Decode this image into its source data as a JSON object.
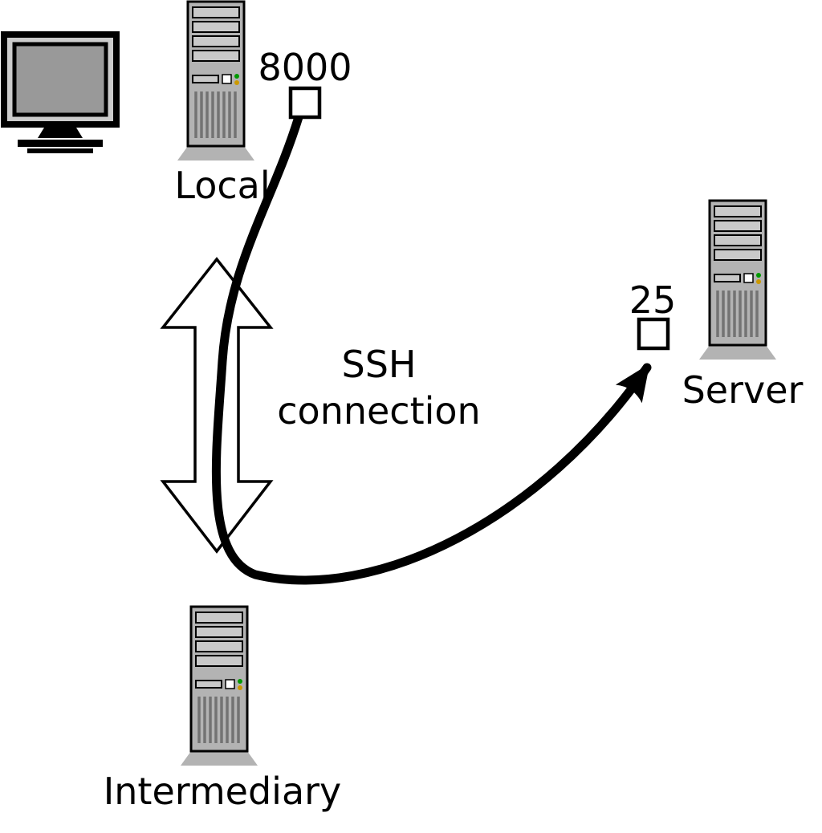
{
  "diagram": {
    "nodes": {
      "local": {
        "label": "Local",
        "port": "8000"
      },
      "intermediary": {
        "label": "Intermediary"
      },
      "server": {
        "label": "Server",
        "port": "25"
      }
    },
    "connection": {
      "line1": "SSH",
      "line2": "connection"
    },
    "colors": {
      "line": "#000000",
      "tower_body": "#b3b3b3",
      "tower_bay": "#c9c9c9",
      "tower_shadow": "#b3b3b3",
      "tower_vent": "#737373",
      "monitor_frame": "#cccccc",
      "monitor_screen": "#999999",
      "led_green": "#009900",
      "led_amber": "#cc9900",
      "port_box": "#ffffff"
    }
  }
}
